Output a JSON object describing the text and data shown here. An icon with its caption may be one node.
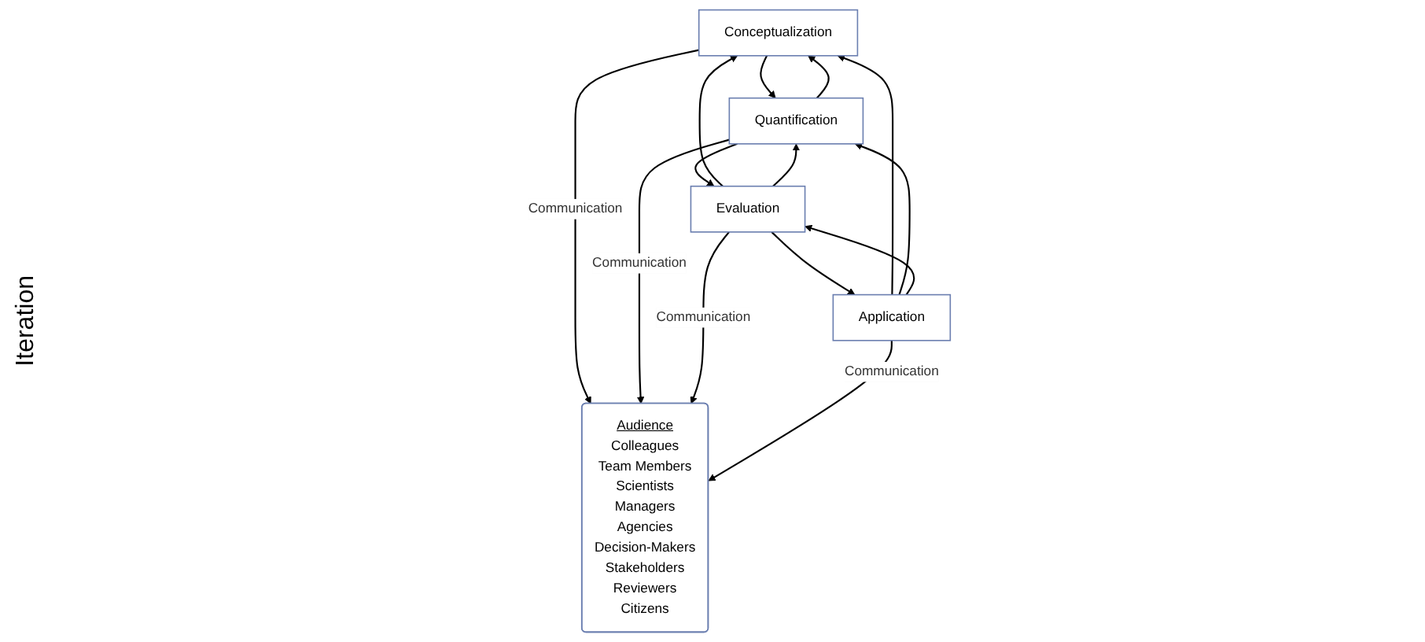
{
  "diagram": {
    "nodes": [
      {
        "text": [
          "Conceptualization"
        ]
      },
      {
        "text": [
          "Quantification"
        ]
      },
      {
        "text": [
          "Evaluation"
        ]
      },
      {
        "text": [
          "Application"
        ]
      },
      {
        "text": [
          "Audience",
          "Colleagues",
          "Team Members",
          "Scientists",
          "Managers",
          "Agencies",
          "Decision-Makers",
          "Stakeholders",
          "Reviewers",
          "Citizens"
        ]
      }
    ],
    "edges": [
      {
        "from": 0,
        "to": 1,
        "arrow": "to"
      },
      {
        "from": 1,
        "to": 2,
        "arrow": "to"
      },
      {
        "from": 2,
        "to": 3,
        "arrow": "to"
      },
      {
        "from": 0,
        "to": 4,
        "label": "Communication",
        "arrow": "to"
      },
      {
        "from": 1,
        "to": 4,
        "label": "Communication",
        "arrow": "to"
      },
      {
        "from": 2,
        "to": 4,
        "label": "Communication",
        "arrow": "to"
      },
      {
        "from": 3,
        "to": 4,
        "label": "Communication",
        "arrow": "to"
      },
      {
        "from": 3,
        "to": 0,
        "arrow": "to"
      },
      {
        "from": 3,
        "to": 1,
        "arrow": "to"
      },
      {
        "from": 3,
        "to": 2,
        "arrow": "to"
      },
      {
        "from": 2,
        "to": 0,
        "arrow": "to"
      },
      {
        "from": 2,
        "to": 1,
        "arrow": "to"
      },
      {
        "from": 1,
        "to": 0,
        "arrow": "to"
      }
    ],
    "labels": [
      "Iteration"
    ]
  }
}
